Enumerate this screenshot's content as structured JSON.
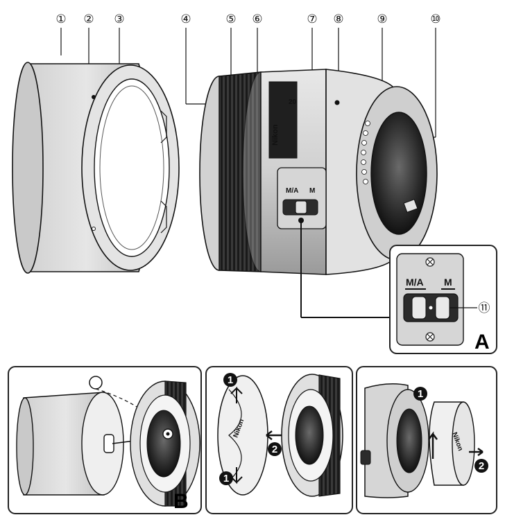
{
  "callouts": [
    {
      "id": "1",
      "glyph": "①"
    },
    {
      "id": "2",
      "glyph": "②"
    },
    {
      "id": "3",
      "glyph": "③"
    },
    {
      "id": "4",
      "glyph": "④"
    },
    {
      "id": "5",
      "glyph": "⑤"
    },
    {
      "id": "6",
      "glyph": "⑥"
    },
    {
      "id": "7",
      "glyph": "⑦"
    },
    {
      "id": "8",
      "glyph": "⑧"
    },
    {
      "id": "9",
      "glyph": "⑨"
    },
    {
      "id": "10",
      "glyph": "⑩"
    },
    {
      "id": "11",
      "glyph": "⑪"
    }
  ],
  "switch": {
    "ma_label": "M/A",
    "m_label": "M"
  },
  "lens_markings": {
    "brand": "Nikon",
    "distance": "20"
  },
  "panels": {
    "a": "A",
    "b": "B"
  },
  "steps": {
    "one": "1",
    "two": "2"
  },
  "cap": {
    "brand": "Nikon"
  },
  "rear_cap": {
    "brand": "Nikon"
  },
  "colors": {
    "line": "#111111",
    "panel_border": "#222222",
    "metal": "#d8d8d8",
    "rubber": "#2b2b2b",
    "glass": "#3a3a3a"
  }
}
